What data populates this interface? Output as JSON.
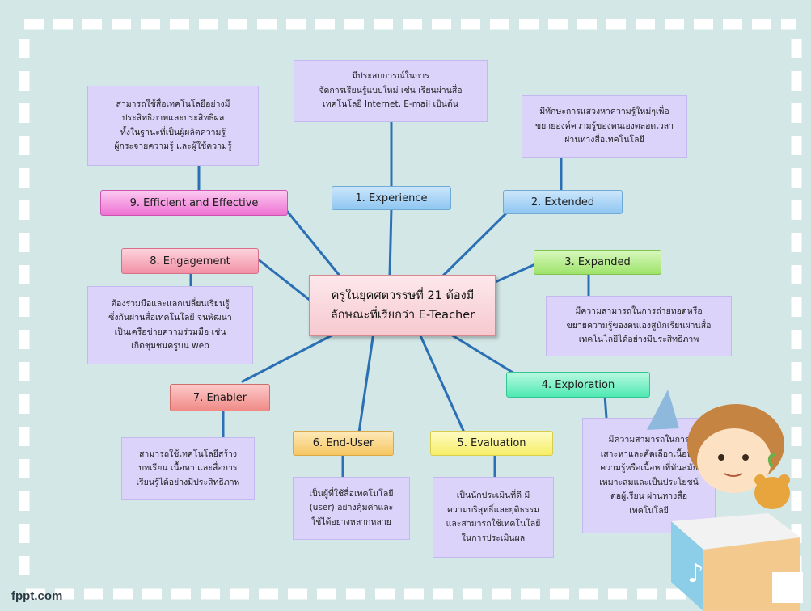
{
  "center": {
    "line1": "ครูในยุคศตวรรษที่ 21 ต้องมี",
    "line2": "ลักษณะที่เรียกว่า  E-Teacher"
  },
  "nodes": [
    {
      "label": "1. Experience",
      "color": "#a9d4f7"
    },
    {
      "label": "2. Extended",
      "color": "#a9d4f7"
    },
    {
      "label": "3. Expanded",
      "color": "#b6ef8f"
    },
    {
      "label": "4. Exploration",
      "color": "#7ff0c6"
    },
    {
      "label": "5. Evaluation",
      "color": "#fbf593"
    },
    {
      "label": "6. End-User",
      "color": "#fbd98d"
    },
    {
      "label": "7. Enabler",
      "color": "#f79b97"
    },
    {
      "label": "8. Engagement",
      "color": "#f7a6b4"
    },
    {
      "label": "9. Efficient  and Effective",
      "color": "#f48ddf"
    }
  ],
  "notes": {
    "n1": [
      "มีประสบการณ์ในการ",
      "จัดการเรียนรู้แบบใหม่ เช่น เรียนผ่านสื่อ",
      "เทคโนโลยี Internet,  E-mail เป็นต้น"
    ],
    "n2": [
      "มีทักษะการแสวงหาความรู้ใหม่ๆเพื่อ",
      "ขยายองค์ความรู้ของตนเองตลอดเวลา",
      "ผ่านทางสื่อเทคโนโลยี"
    ],
    "n3": [
      "มีความสามารถในการถ่ายทอดหรือ",
      "ขยายความรู้ของตนเองสู่นักเรียนผ่านสื่อ",
      "เทคโนโลยีได้อย่างมีประสิทธิภาพ"
    ],
    "n4": [
      "มีความสามารถในการ",
      "เสาะหาและคัดเลือกเนื้อหา",
      "ความรู้หรือเนื้อหาที่ทันสมัย",
      "เหมาะสมและเป็นประโยชน์",
      "ต่อผู้เรียน ผ่านทางสื่อ",
      "เทคโนโลยี"
    ],
    "n5": [
      "เป็นนักประเมินที่ดี มี",
      "ความบริสุทธิ์และยุติธรรม",
      "และสามารถใช้เทคโนโลยี",
      "ในการประเมินผล"
    ],
    "n6": [
      "เป็นผู้ที่ใช้สื่อเทคโนโลยี",
      "(user) อย่างคุ้มค่าและ",
      "ใช้ได้อย่างหลากหลาย"
    ],
    "n7": [
      "สามารถใช้เทคโนโลยีสร้าง",
      "บทเรียน เนื้อหา และสื่อการ",
      "เรียนรู้ได้อย่างมีประสิทธิภาพ"
    ],
    "n8": [
      "ต้องร่วมมือและแลกเปลี่ยนเรียนรู้",
      "ซึ่งกันผ่านสื่อเทคโนโลยี จนพัฒนา",
      "เป็นเครือข่ายความร่วมมือ เช่น",
      "เกิดชุมชนครูบน web"
    ],
    "n9": [
      "สามารถใช้สื่อเทคโนโลยีอย่างมี",
      "ประสิทธิภาพและประสิทธิผล",
      "ทั้งในฐานะที่เป็นผู้ผลิตความรู้",
      "ผู้กระจายความรู้ และผู้ใช้ความรู้"
    ]
  },
  "footer": "fppt.com"
}
